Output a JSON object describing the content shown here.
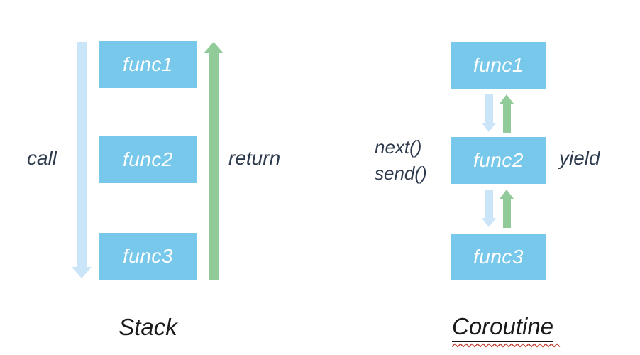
{
  "colors": {
    "background": "#ffffff",
    "box_fill": "#77c8ea",
    "box_text": "#ffffff",
    "down_arrow": "#cbe5f8",
    "up_arrow": "#92cb9a",
    "label_text": "#2e3b4e",
    "caption_text": "#1a1a1a",
    "underline": "#1a1a1a",
    "squiggle": "#c0392b"
  },
  "stack": {
    "caption": "Stack",
    "call_label": "call",
    "return_label": "return",
    "boxes": [
      "func1",
      "func2",
      "func3"
    ]
  },
  "coroutine": {
    "caption": "Coroutine",
    "next_label": "next()",
    "send_label": "send()",
    "yield_label": "yield",
    "boxes": [
      "func1",
      "func2",
      "func3"
    ]
  }
}
